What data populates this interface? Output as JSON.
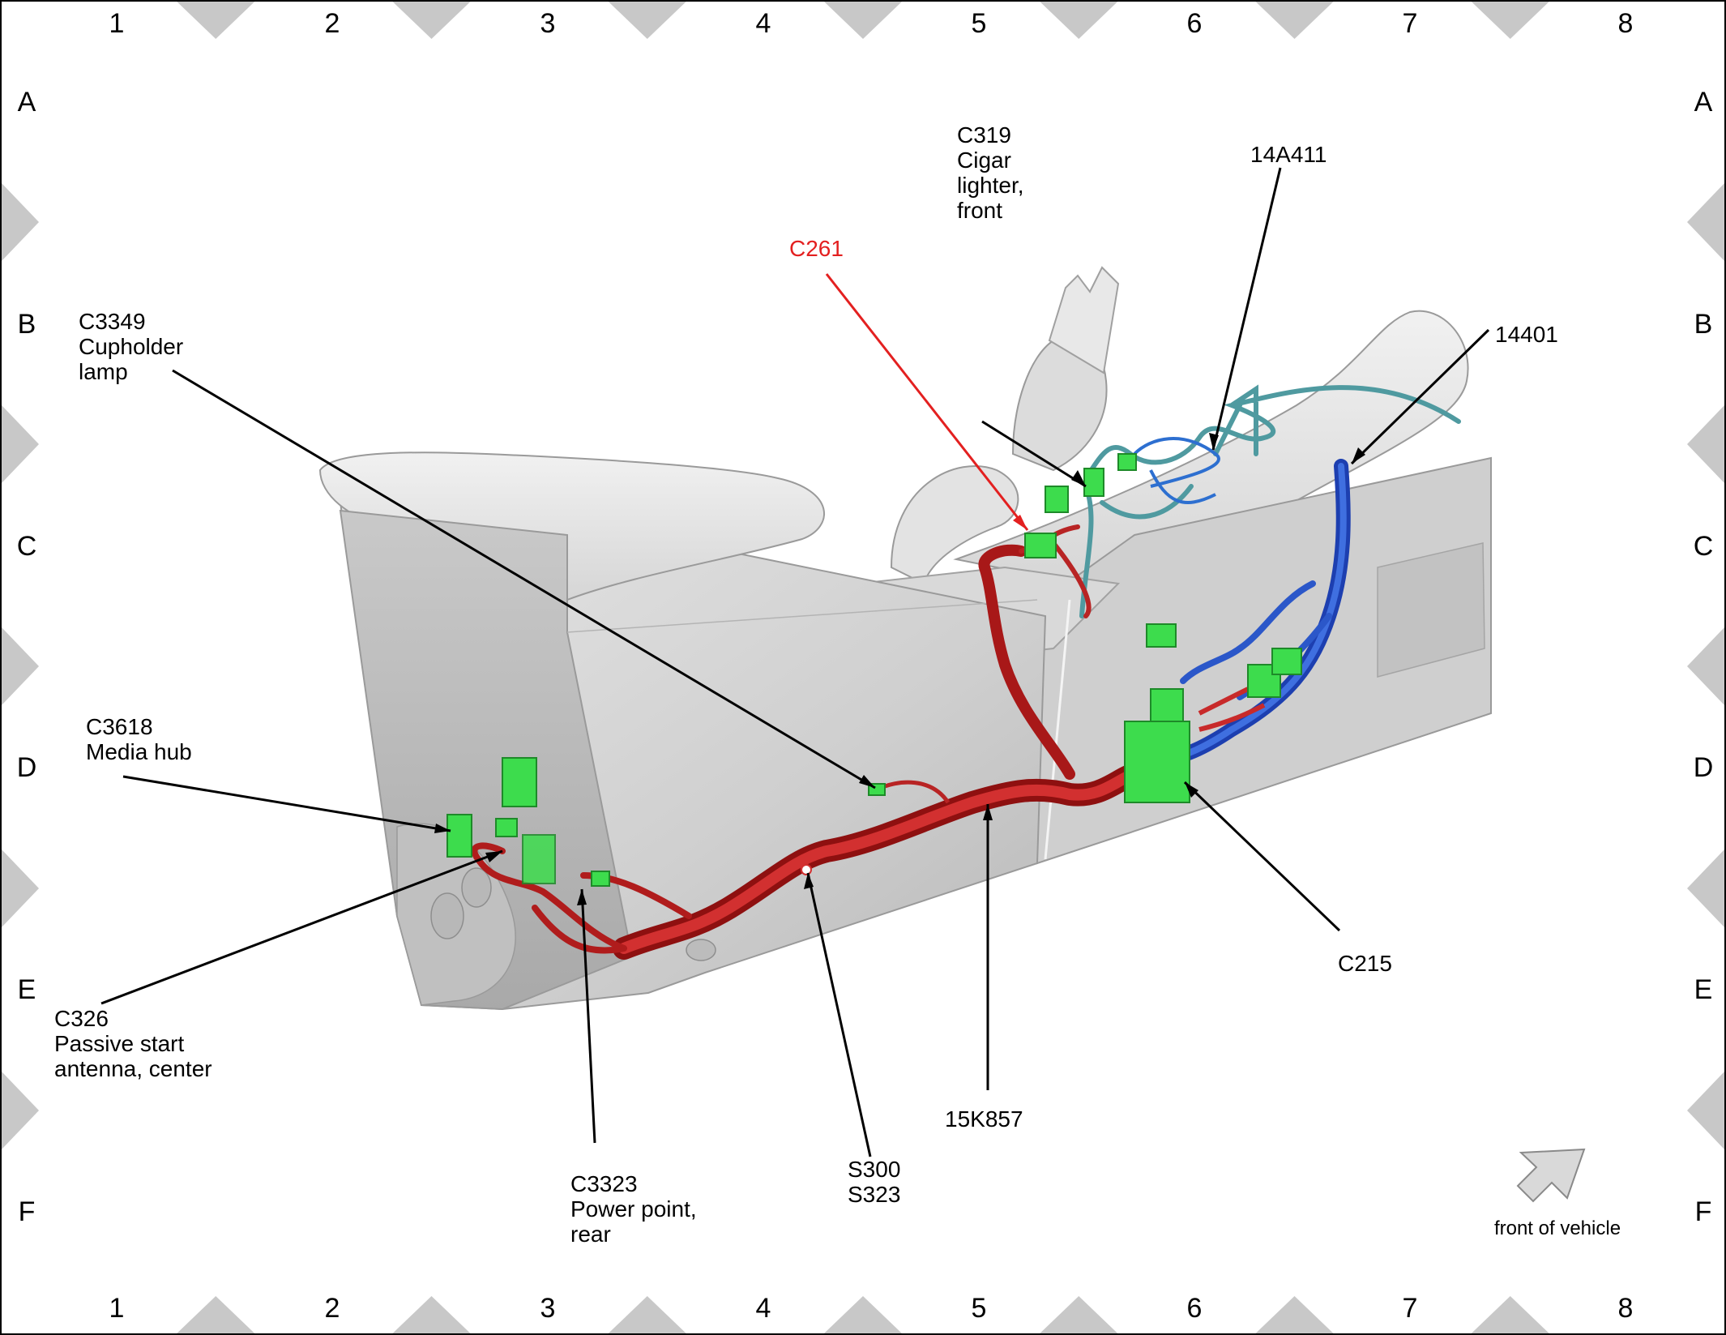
{
  "grid": {
    "columns": [
      "1",
      "2",
      "3",
      "4",
      "5",
      "6",
      "7",
      "8"
    ],
    "rows": [
      "A",
      "B",
      "C",
      "D",
      "E",
      "F"
    ]
  },
  "callouts": {
    "c3349": {
      "line1": "C3349",
      "line2": "Cupholder",
      "line3": "lamp"
    },
    "c261": {
      "line1": "C261"
    },
    "c319": {
      "line1": "C319",
      "line2": "Cigar",
      "line3": "lighter,",
      "line4": "front"
    },
    "w14a411": {
      "line1": "14A411"
    },
    "w14401": {
      "line1": "14401"
    },
    "c3618": {
      "line1": "C3618",
      "line2": "Media hub"
    },
    "c326": {
      "line1": "C326",
      "line2": "Passive start",
      "line3": "antenna, center"
    },
    "c3323": {
      "line1": "C3323",
      "line2": "Power point,",
      "line3": "rear"
    },
    "s300": {
      "line1": "S300",
      "line2": "S323"
    },
    "w15k857": {
      "line1": "15K857"
    },
    "c215": {
      "line1": "C215"
    }
  },
  "orientation": {
    "label": "front of vehicle"
  },
  "colors": {
    "harness_red": "#c8262a",
    "harness_blue": "#2b57c9",
    "harness_teal": "#5aa3a8",
    "connector_green": "#39e04a",
    "console_gray": "#d2d2d2",
    "highlight_label": "#e32020",
    "border_marker": "#c8c8c8"
  }
}
